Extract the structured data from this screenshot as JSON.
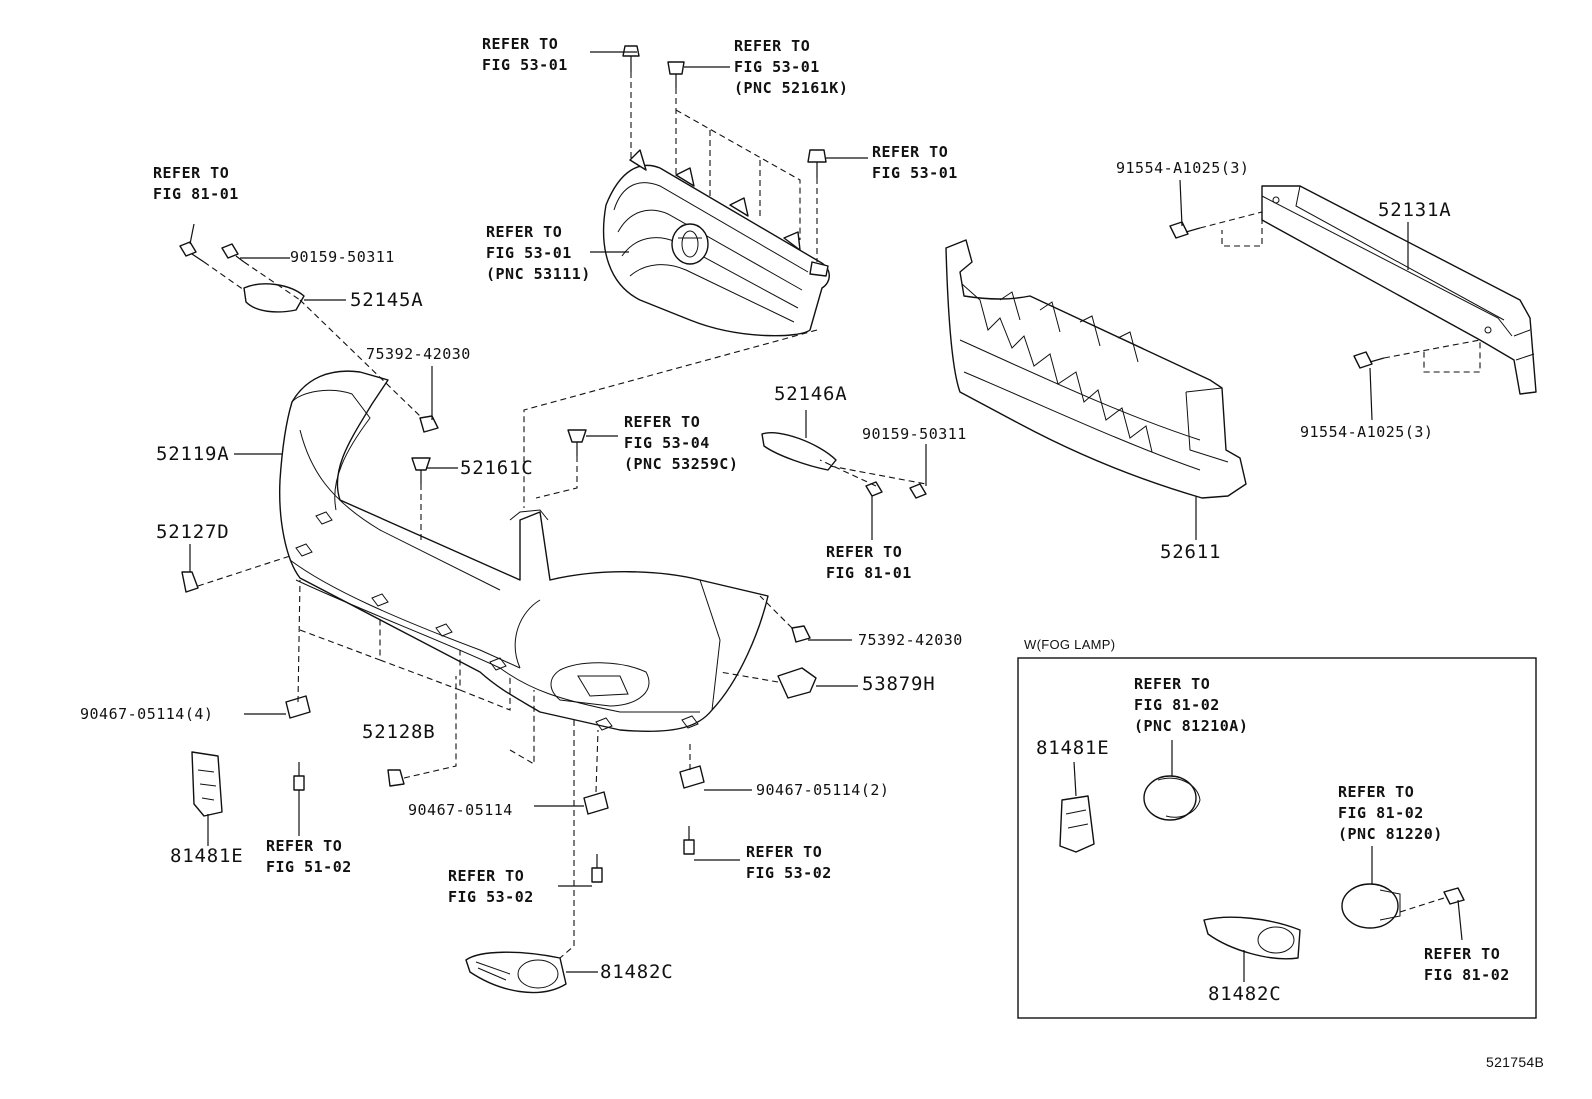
{
  "labels": {
    "ref_fig5301_a": [
      "REFER TO",
      "FIG 53-01"
    ],
    "ref_fig5301_b": [
      "REFER TO",
      "FIG 53-01",
      "(PNC 52161K)"
    ],
    "ref_fig5301_c": [
      "REFER TO",
      "FIG 53-01"
    ],
    "ref_fig5301_grille": [
      "REFER TO",
      "FIG 53-01",
      "(PNC 53111)"
    ],
    "ref_fig8101_top": [
      "REFER TO",
      "FIG 81-01"
    ],
    "p_90159_left": "90159-50311",
    "p_52145A": "52145A",
    "p_75392_upper": "75392-42030",
    "p_52119A": "52119A",
    "p_52161C": "52161C",
    "ref_fig5304": [
      "REFER TO",
      "FIG 53-04",
      "(PNC 53259C)"
    ],
    "p_52127D": "52127D",
    "p_52146A": "52146A",
    "p_90159_right": "90159-50311",
    "ref_fig8101_mid": [
      "REFER TO",
      "FIG 81-01"
    ],
    "p_91554_top": "91554-A1025(3)",
    "p_52131A": "52131A",
    "p_91554_bot": "91554-A1025(3)",
    "p_52611": "52611",
    "p_75392_lower": "75392-42030",
    "p_53879H": "53879H",
    "p_90467_4": "90467-05114(4)",
    "p_52128B": "52128B",
    "p_90467": "90467-05114",
    "p_90467_2": "90467-05114(2)",
    "p_81481E_left": "81481E",
    "ref_fig5102": [
      "REFER TO",
      "FIG 51-02"
    ],
    "ref_fig5302_a": [
      "REFER TO",
      "FIG 53-02"
    ],
    "ref_fig5302_b": [
      "REFER TO",
      "FIG 53-02"
    ],
    "p_81482C_left": "81482C",
    "fog_box_title": "W(FOG LAMP)",
    "fog_ref_81210A": [
      "REFER TO",
      "FIG 81-02",
      "(PNC 81210A)"
    ],
    "fog_p_81481E": "81481E",
    "fog_ref_81220": [
      "REFER TO",
      "FIG 81-02",
      "(PNC 81220)"
    ],
    "fog_ref_8102": [
      "REFER TO",
      "FIG 81-02"
    ],
    "fog_p_81482C": "81482C",
    "diagram_id": "521754B"
  }
}
